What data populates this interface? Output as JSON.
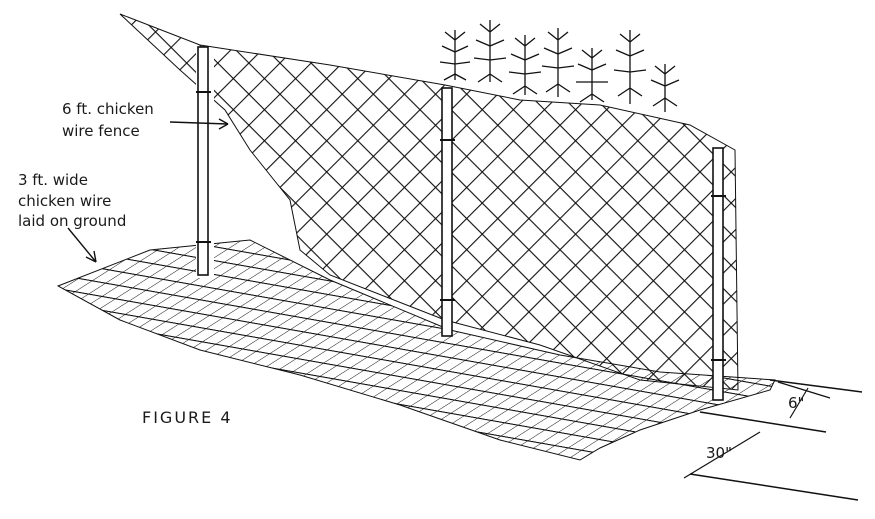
{
  "labels": {
    "fence": [
      "6 ft. chicken",
      "wire fence"
    ],
    "ground": [
      "3 ft. wide",
      "chicken wire",
      "laid on ground"
    ],
    "figure": "FIGURE 4",
    "dim_small": "6\"",
    "dim_large": "30\""
  },
  "colors": {
    "ink": "#111111",
    "paper": "#ffffff"
  }
}
